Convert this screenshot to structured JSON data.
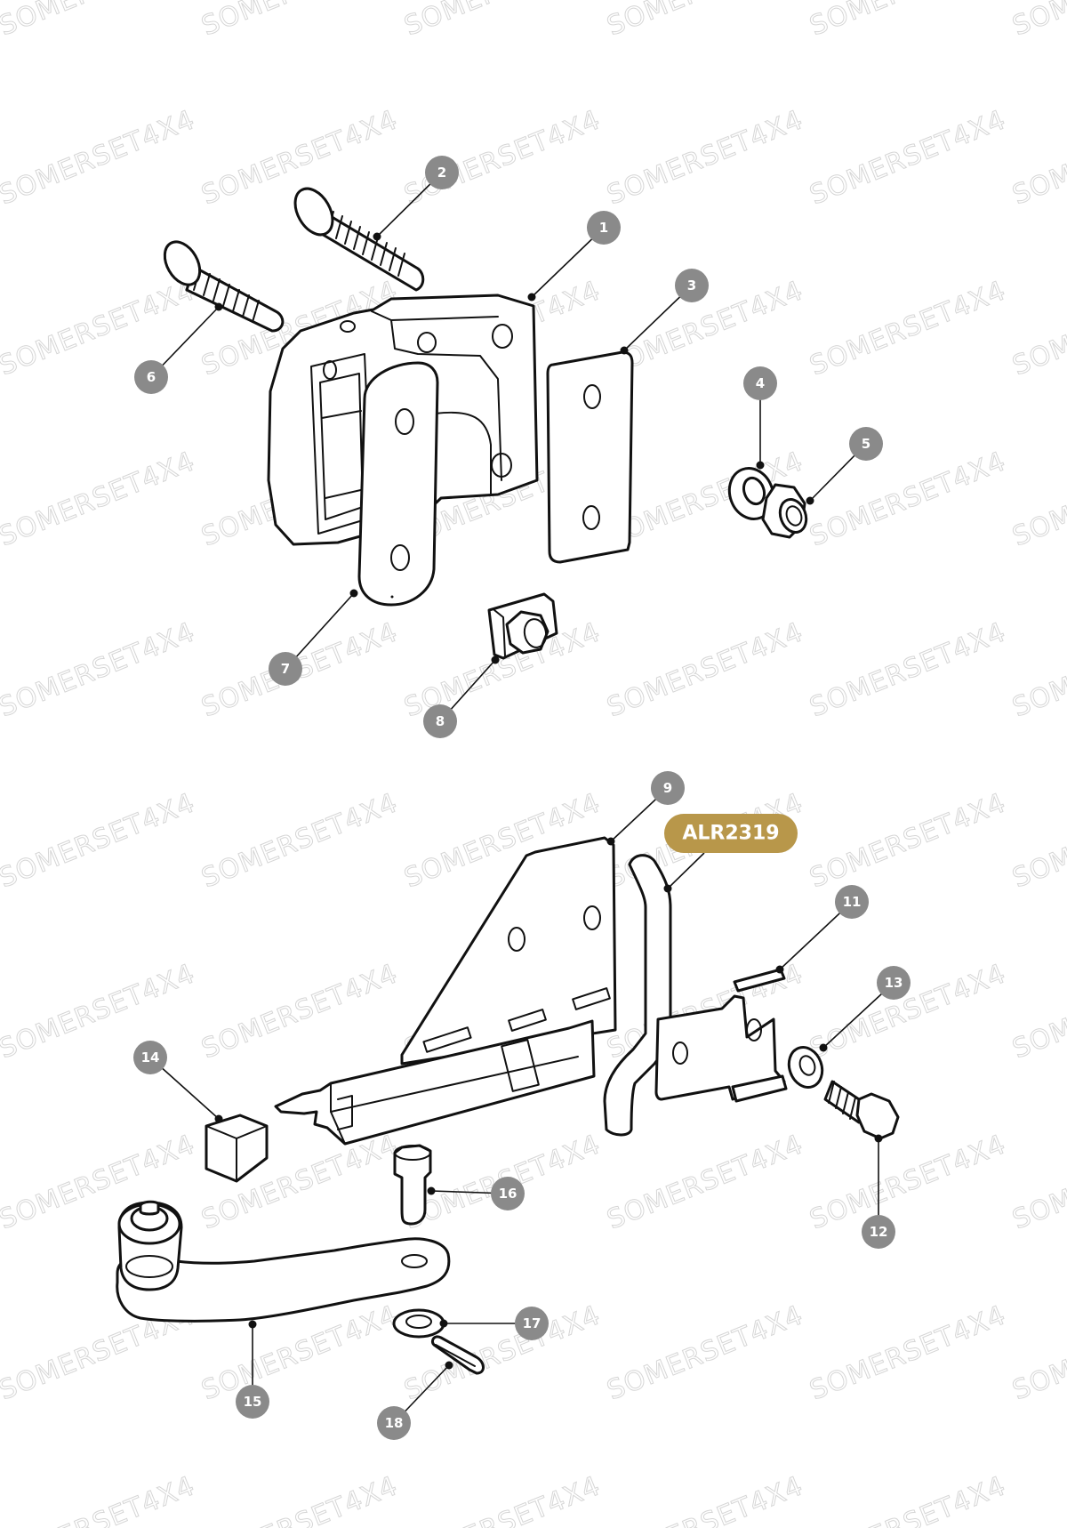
{
  "watermark": {
    "text": "SOMERSET4X4",
    "color": "#d6d6d6"
  },
  "colors": {
    "callout": "#8a8a8a",
    "highlight": "#b8974a",
    "line": "#111111"
  },
  "callouts": {
    "c1": "1",
    "c2": "2",
    "c3": "3",
    "c4": "4",
    "c5": "5",
    "c6": "6",
    "c7": "7",
    "c8": "8",
    "c9": "9",
    "c11": "11",
    "c12": "12",
    "c13": "13",
    "c14": "14",
    "c15": "15",
    "c16": "16",
    "c17": "17",
    "c18": "18"
  },
  "highlight_part": {
    "label": "ALR2319"
  }
}
